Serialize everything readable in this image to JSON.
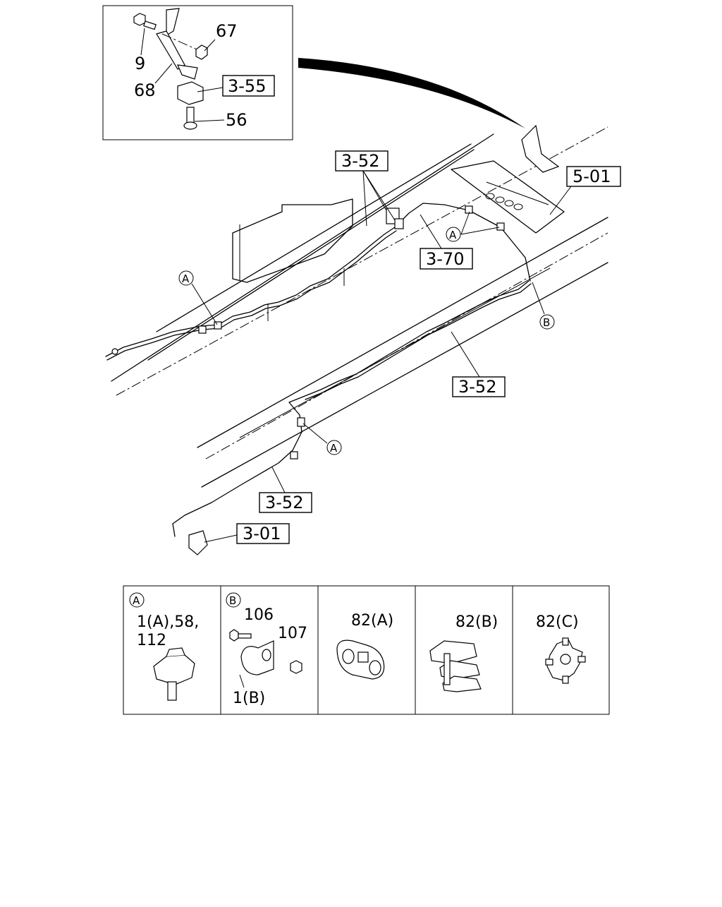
{
  "inset": {
    "labels": [
      "9",
      "68",
      "67",
      "56"
    ],
    "ref": "3-55"
  },
  "refs": {
    "r1": "3-52",
    "r2": "5-01",
    "r3": "3-70",
    "r4": "3-52",
    "r5": "3-52",
    "r6": "3-01"
  },
  "markers": {
    "a": "A",
    "b": "B"
  },
  "legend": {
    "cells": [
      {
        "marker": "A",
        "line1": "1(A),58,",
        "line2": "112"
      },
      {
        "marker": "B",
        "top": "106",
        "right": "107",
        "bottom": "1(B)"
      },
      {
        "label": "82(A)"
      },
      {
        "label": "82(B)"
      },
      {
        "label": "82(C)"
      }
    ]
  }
}
